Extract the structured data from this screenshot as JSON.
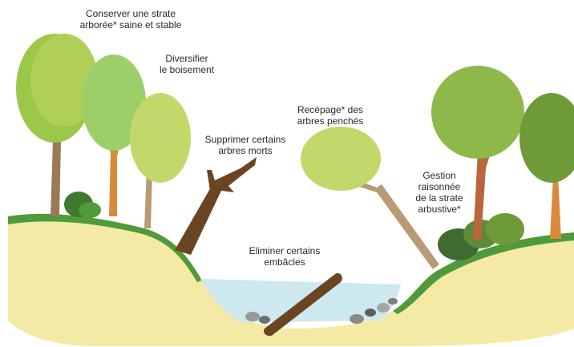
{
  "labels": {
    "strate": "Conserver une strate\narborée* saine et stable",
    "diversifier": "Diversifier\nle boisement",
    "supprimer": "Supprimer certains\narbres morts",
    "recepage": "Recépage* des\narbres penchés",
    "gestion": "Gestion\nraisonnée\nde la strate\narbustive*",
    "eliminer": "Eliminer certains\nembâcles"
  },
  "colors": {
    "sand": "#f5e9a6",
    "grass": "#4f9a3a",
    "water": "#cde8ef",
    "foliage_light": "#c3d86a",
    "foliage_mid": "#9cc84a",
    "foliage_dark": "#6f9a38",
    "trunk": "#9a7a54",
    "trunk_orange": "#d98a3a",
    "deadwood": "#6b4423"
  }
}
